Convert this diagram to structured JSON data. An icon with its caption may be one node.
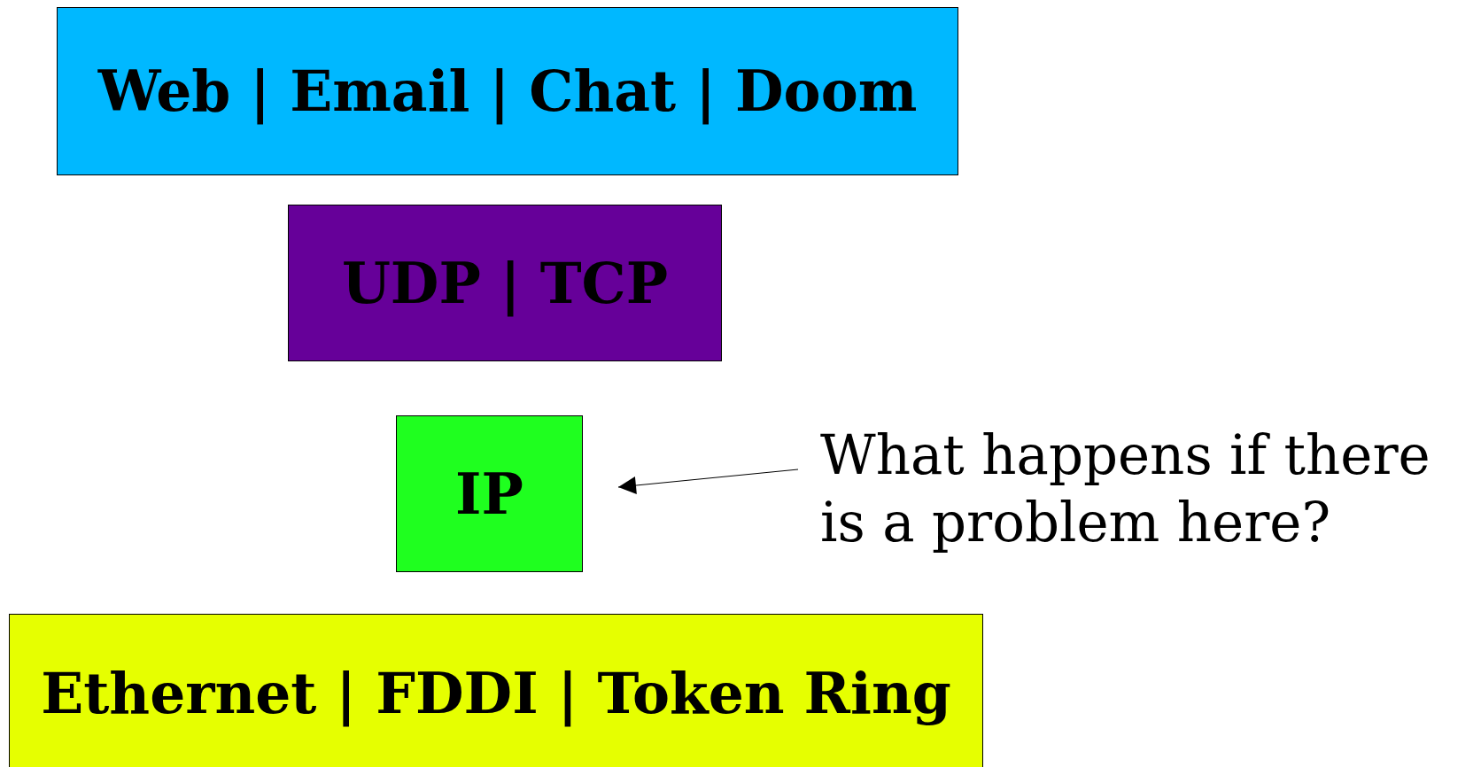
{
  "diagram": {
    "nodes": [
      {
        "text": [
          "Web | Email | Chat | Doom"
        ]
      },
      {
        "text": [
          "UDP | TCP"
        ]
      },
      {
        "text": [
          "IP"
        ]
      },
      {
        "text": [
          "What happens if there is a problem here?"
        ]
      },
      {
        "text": [
          "Ethernet | FDDI | Token Ring"
        ]
      }
    ],
    "edges": [
      {
        "from": 3,
        "to": 2,
        "arrow": "to"
      }
    ]
  }
}
